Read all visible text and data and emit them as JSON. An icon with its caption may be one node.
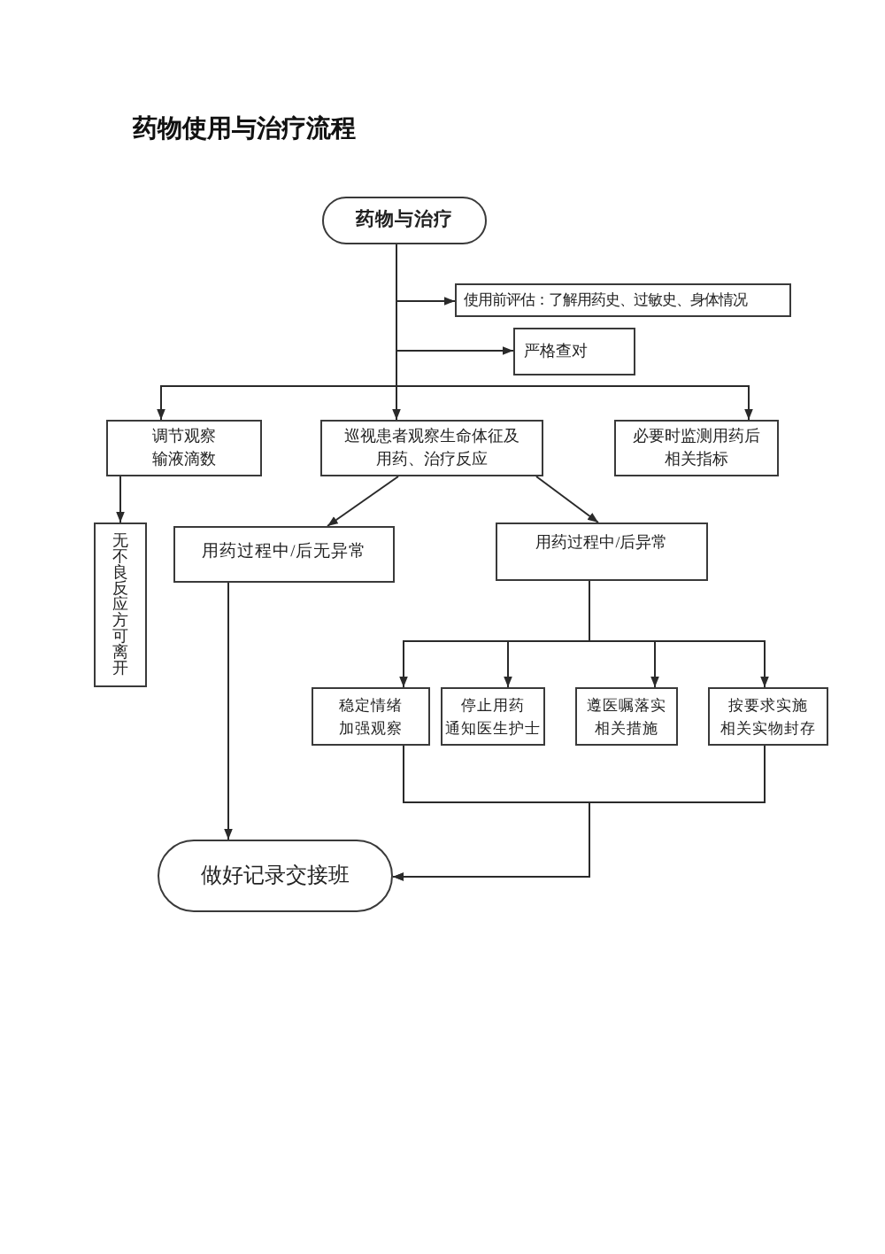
{
  "diagram": {
    "title": "药物使用与治疗流程",
    "nodes": [
      {
        "text": [
          "药物与治疗"
        ]
      },
      {
        "text": [
          "使用前评估：了解用药史、过敏史、身体情况"
        ]
      },
      {
        "text": [
          "严格查对"
        ]
      },
      {
        "text": [
          "调节观察输液滴数"
        ]
      },
      {
        "text": [
          "巡视患者观察生命体征及用药、治疗反应"
        ]
      },
      {
        "text": [
          "必要时监测用药后相关指标"
        ]
      },
      {
        "text": [
          "无不良反应方可离开"
        ]
      },
      {
        "text": [
          "用药过程中/后无异常"
        ]
      },
      {
        "text": [
          "用药过程中/后异常"
        ]
      },
      {
        "text": [
          "稳定情绪加强观察"
        ]
      },
      {
        "text": [
          "停止用药通知医生护士"
        ]
      },
      {
        "text": [
          "遵医嘱落实相关措施"
        ]
      },
      {
        "text": [
          "按要求实施相关实物封存"
        ]
      },
      {
        "text": [
          "做好记录交接班"
        ]
      }
    ],
    "edges": [
      {
        "from": 0,
        "to": 1,
        "arrow": "to"
      },
      {
        "from": 0,
        "to": 2,
        "arrow": "to"
      },
      {
        "from": 0,
        "to": 3,
        "arrow": "to"
      },
      {
        "from": 0,
        "to": 4,
        "arrow": "to"
      },
      {
        "from": 0,
        "to": 5,
        "arrow": "to"
      },
      {
        "from": 3,
        "to": 6,
        "arrow": "to"
      },
      {
        "from": 4,
        "to": 7,
        "arrow": "to"
      },
      {
        "from": 4,
        "to": 8,
        "arrow": "to"
      },
      {
        "from": 7,
        "to": 13,
        "arrow": "to"
      },
      {
        "from": 8,
        "to": 9,
        "arrow": "to"
      },
      {
        "from": 8,
        "to": 10,
        "arrow": "to"
      },
      {
        "from": 8,
        "to": 11,
        "arrow": "to"
      },
      {
        "from": 8,
        "to": 12,
        "arrow": "to"
      },
      {
        "from": 9,
        "to": 13,
        "arrow": "to"
      },
      {
        "from": 12,
        "to": 13,
        "arrow": "to"
      }
    ]
  }
}
